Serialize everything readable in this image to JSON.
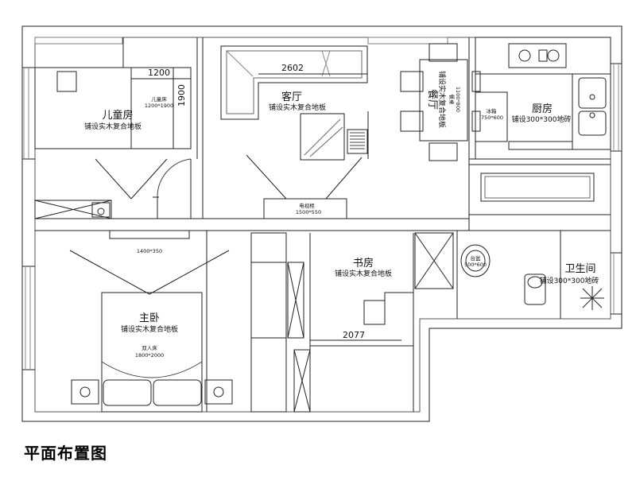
{
  "caption": "平面布置图",
  "rooms": {
    "children": {
      "name": "儿童房",
      "floor": "铺设实木复合地板",
      "bed": "儿童床",
      "bed_size": "1200*1900",
      "dim_w": "1200",
      "dim_h": "1900"
    },
    "living": {
      "name": "客厅",
      "floor": "铺设实木复合地板",
      "dim_sofa": "2602",
      "tv": "电视柜",
      "tv_size": "1500*550"
    },
    "dining": {
      "name": "餐厅",
      "floor": "铺设实木复合地板",
      "table": "餐桌",
      "table_size": "1100*800"
    },
    "kitchen": {
      "name": "厨房",
      "floor": "铺设300*300地砖",
      "fridge": "冰箱",
      "fridge_size": "750*600"
    },
    "master": {
      "name": "主卧",
      "floor": "铺设实木复合地板",
      "bed": "双人床",
      "bed_size": "1800*2000",
      "cabinet_size": "1400*350"
    },
    "study": {
      "name": "书房",
      "floor": "铺设实木复合地板",
      "dim": "2077"
    },
    "bath": {
      "name": "卫生间",
      "floor": "铺设300*300地砖",
      "basin": "台盆",
      "basin_size": "500*600"
    }
  }
}
